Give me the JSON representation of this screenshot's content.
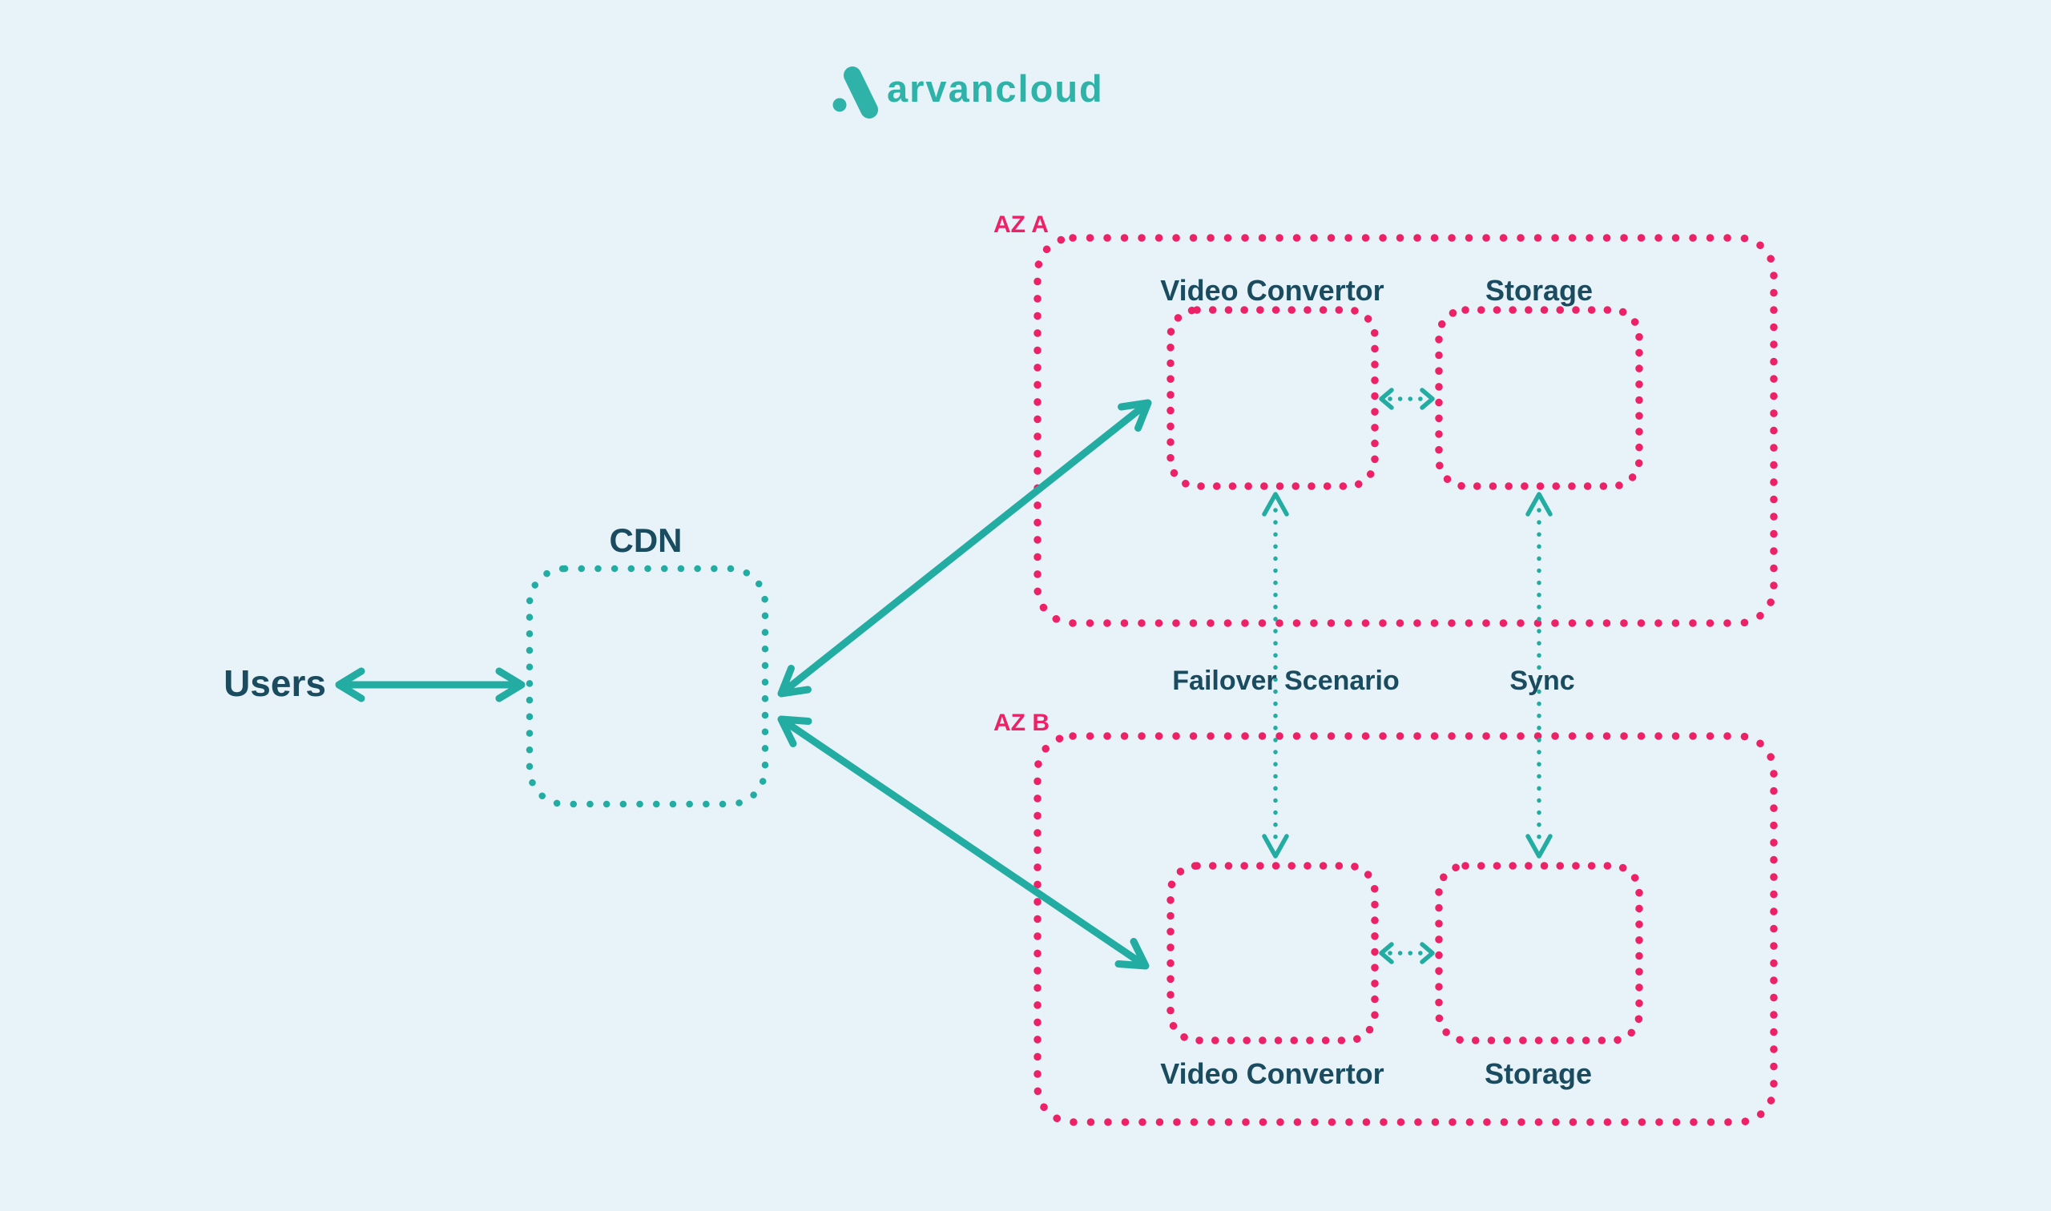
{
  "colors": {
    "teal": "#23ADA2",
    "logo_teal": "#2FB3A9",
    "pink": "#EC2166",
    "dark": "#1A4B5F",
    "bg": "#E7F3F9"
  },
  "logo": {
    "brand": "arvancloud"
  },
  "nodes": {
    "users": {
      "label": "Users"
    },
    "cdn": {
      "label": "CDN"
    },
    "az_a": {
      "label": "AZ A",
      "video_convertor": "Video Convertor",
      "storage": "Storage"
    },
    "az_b": {
      "label": "AZ B",
      "video_convertor": "Video Convertor",
      "storage": "Storage"
    }
  },
  "links": {
    "failover": {
      "label": "Failover Scenario"
    },
    "sync": {
      "label": "Sync"
    }
  }
}
